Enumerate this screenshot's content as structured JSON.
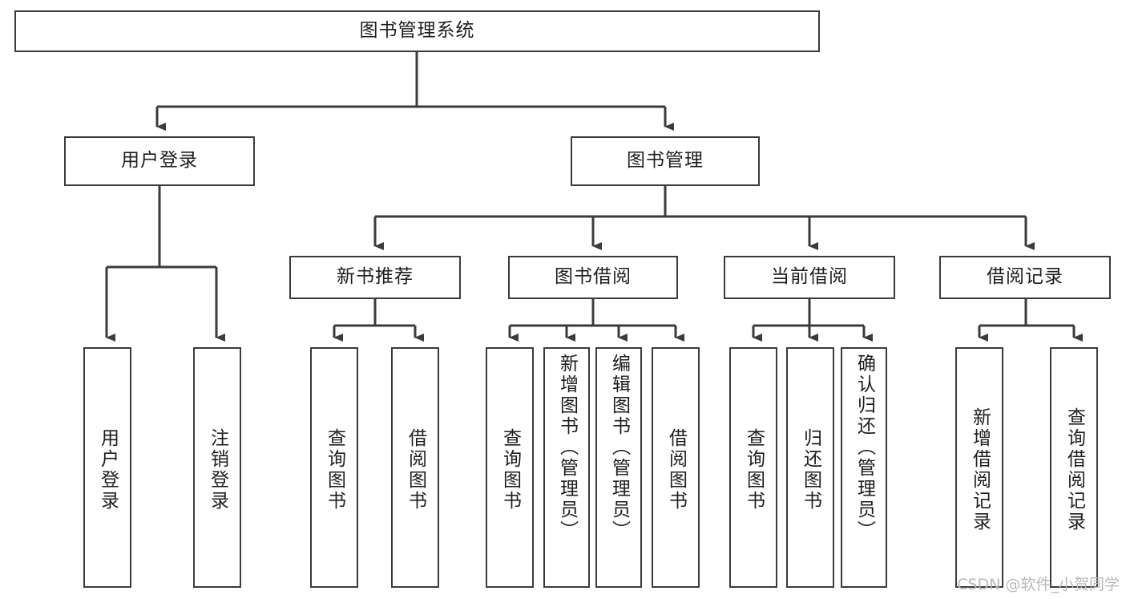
{
  "diagram": {
    "type": "tree",
    "title": "图书管理系统",
    "root": {
      "id": "root",
      "label": "图书管理系统",
      "orientation": "horizontal"
    },
    "level2": [
      {
        "id": "user-login",
        "label": "用户登录",
        "orientation": "horizontal"
      },
      {
        "id": "book-manage",
        "label": "图书管理",
        "orientation": "horizontal"
      }
    ],
    "level3": [
      {
        "id": "new-book-recommend",
        "label": "新书推荐",
        "orientation": "horizontal"
      },
      {
        "id": "book-borrow",
        "label": "图书借阅",
        "orientation": "horizontal"
      },
      {
        "id": "current-borrow",
        "label": "当前借阅",
        "orientation": "horizontal"
      },
      {
        "id": "borrow-record",
        "label": "借阅记录",
        "orientation": "horizontal"
      }
    ],
    "leaves": [
      {
        "id": "leaf-user-login",
        "label": "用户登录",
        "parent": "user-login",
        "orientation": "vertical"
      },
      {
        "id": "leaf-logout-login",
        "label": "注销登录",
        "parent": "user-login",
        "orientation": "vertical"
      },
      {
        "id": "leaf-query-book-1",
        "label": "查询图书",
        "parent": "new-book-recommend",
        "orientation": "vertical"
      },
      {
        "id": "leaf-borrow-book-1",
        "label": "借阅图书",
        "parent": "new-book-recommend",
        "orientation": "vertical"
      },
      {
        "id": "leaf-query-book-2",
        "label": "查询图书",
        "parent": "book-borrow",
        "orientation": "vertical"
      },
      {
        "id": "leaf-add-book",
        "label": "新增图书（管理员）",
        "parent": "book-borrow",
        "orientation": "vertical"
      },
      {
        "id": "leaf-edit-book",
        "label": "编辑图书（管理员）",
        "parent": "book-borrow",
        "orientation": "vertical"
      },
      {
        "id": "leaf-borrow-book-2",
        "label": "借阅图书",
        "parent": "book-borrow",
        "orientation": "vertical"
      },
      {
        "id": "leaf-query-book-3",
        "label": "查询图书",
        "parent": "current-borrow",
        "orientation": "vertical"
      },
      {
        "id": "leaf-return-book",
        "label": "归还图书",
        "parent": "current-borrow",
        "orientation": "vertical"
      },
      {
        "id": "leaf-confirm-return",
        "label": "确认归还（管理员）",
        "parent": "current-borrow",
        "orientation": "vertical"
      },
      {
        "id": "leaf-add-record",
        "label": "新增借阅记录",
        "parent": "borrow-record",
        "orientation": "vertical"
      },
      {
        "id": "leaf-query-record",
        "label": "查询借阅记录",
        "parent": "borrow-record",
        "orientation": "vertical"
      }
    ],
    "colors": {
      "box_border": "#3b3b3b",
      "box_fill": "#ffffff",
      "connector": "#3b3b3b",
      "text": "#1d1d1d",
      "background": "#ffffff",
      "watermark": "#b9b9b9"
    }
  },
  "watermark": {
    "text": "CSDN @软件_小贺同学"
  }
}
